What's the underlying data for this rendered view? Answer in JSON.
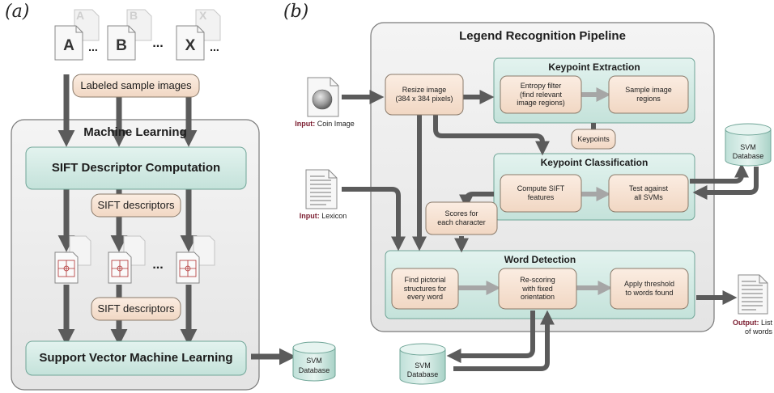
{
  "panel_a": {
    "label": "(a)",
    "doc_letters": [
      "A",
      "B",
      "X"
    ],
    "ellipsis": "...",
    "labeled_samples": "Labeled sample images",
    "ml_title": "Machine Learning",
    "sift_title": "SIFT Descriptor Computation",
    "sift_desc_1": "SIFT descriptors",
    "sift_desc_2": "SIFT descriptors",
    "svm_learning": "Support Vector Machine Learning",
    "svm_db_line1": "SVM",
    "svm_db_line2": "Database"
  },
  "panel_b": {
    "label": "(b)",
    "pipeline_title": "Legend Recognition Pipeline",
    "input_coin_prefix": "Input:",
    "input_coin_text": "Coin Image",
    "input_lexicon_prefix": "Input:",
    "input_lexicon_text": "Lexicon",
    "resize_line1": "Resize image",
    "resize_line2": "(384 x 384 pixels)",
    "keypoint_extraction_title": "Keypoint Extraction",
    "entropy_line1": "Entropy filter",
    "entropy_line2": "(find relevant",
    "entropy_line3": "image regions)",
    "sample_regions_line1": "Sample image",
    "sample_regions_line2": "regions",
    "keypoints": "Keypoints",
    "keypoint_classification_title": "Keypoint Classification",
    "compute_sift_line1": "Compute SIFT",
    "compute_sift_line2": "features",
    "test_svms_line1": "Test against",
    "test_svms_line2": "all SVMs",
    "scores_line1": "Scores for",
    "scores_line2": "each character",
    "word_detection_title": "Word Detection",
    "find_struct_line1": "Find pictorial",
    "find_struct_line2": "structures for",
    "find_struct_line3": "every word",
    "rescoring_line1": "Re-scoring",
    "rescoring_line2": "with fixed",
    "rescoring_line3": "orientation",
    "threshold_line1": "Apply threshold",
    "threshold_line2": "to words found",
    "svm_db_line1": "SVM",
    "svm_db_line2": "Database",
    "output_prefix": "Output:",
    "output_text_1": "List",
    "output_text_2": "of words"
  },
  "colors": {
    "panel_fill": "#ececec",
    "panel_stroke": "#7a7a7a",
    "teal_fill": "#d5ece6",
    "teal_stroke": "#6fa597",
    "beige_fill": "#f6e2d2",
    "beige_stroke": "#8a7a6a",
    "arrow_dark": "#5b5b5b",
    "arrow_light": "#a6a6a6",
    "io_accent": "#7a1b2e"
  }
}
